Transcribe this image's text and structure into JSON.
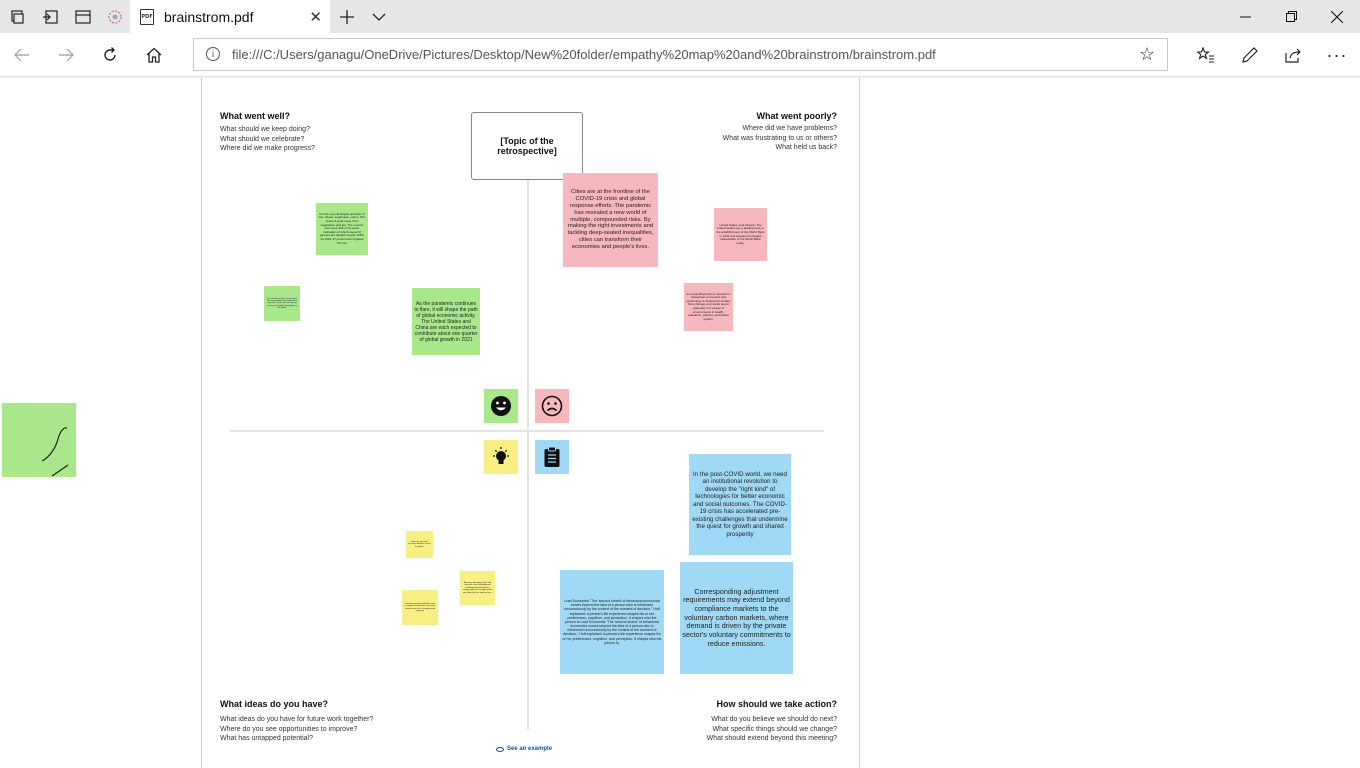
{
  "tab": {
    "title": "brainstrom.pdf",
    "file_icon_text": "PDF"
  },
  "address": {
    "url": "file:///C:/Users/ganagu/OneDrive/Pictures/Desktop/New%20folder/empathy%20map%20and%20brainstrom/brainstrom.pdf"
  },
  "icons": {
    "tab_actions": "tab-actions-icon",
    "set_aside": "set-aside-tabs-icon",
    "view_toggle": "tab-preview-icon",
    "app_icon": "app-icon",
    "new_tab": "plus-icon",
    "tab_list": "chevron-down-icon",
    "back": "back-arrow-icon",
    "forward": "forward-arrow-icon",
    "refresh": "refresh-icon",
    "home": "home-icon",
    "favorite": "star-icon",
    "favorites": "favorites-icon",
    "notes": "pen-icon",
    "share": "share-icon",
    "more": "more-icon"
  },
  "board": {
    "topic": "[Topic of the retrospective]",
    "q1": {
      "title": "What went well?",
      "lines": [
        "What should we keep doing?",
        "What should we celebrate?",
        "Where did we make progress?"
      ]
    },
    "q2": {
      "title": "What went poorly?",
      "lines": [
        "Where did we have problems?",
        "What was frustrating to us or others?",
        "What held us back?"
      ]
    },
    "q3": {
      "title": "What ideas do you have?",
      "lines": [
        "What ideas do you have for future work together?",
        "Where do you see opportunities to improve?",
        "What has untapped potential?"
      ]
    },
    "q4": {
      "title": "How should we take action?",
      "lines": [
        "What do you believe we should do next?",
        "What specific things should we change?",
        "What should extend beyond this meeting?"
      ]
    },
    "example_link": "See an example"
  },
  "notes": {
    "pink1": "Cities are at the frontline of the COVID-19 crisis and global response efforts. The pandemic has revealed a new world of multiple, compounded risks. By making the right investments and tackling deep-seated inequalities, cities can transform their economies and people's lives.",
    "pink2": "United States: Anti-Glance: The United States use a leading force in the establishment of the World Bank in 1944 and remains the largest shareholder of the World Bank today.",
    "pink3": "An expanding body of research in behavioral economics and psychology is shaping the debate how changes and social power gradually in a variety of environments in health, education, policies, and justice system.",
    "green1": "It is the second largest producer of rice, wheat, sugarcane, cotton, fish, sheep & goat meat, fruit, vegetables and tea. The country has some 195 m ha under cultivation of which some 63 percent are rainfed roughly 125m ha while 37 percent are irrigated 70m ha.",
    "green2": "As the pandemic continues to flare, it will shape the path of global economic activity. The United States and China are each expected to contribute about one quarter of global growth in 2021",
    "green3": "It is a matter of policy and purpose that the pandemic has produced a new class of shared and ongoing concerns for people everywhere in the world.",
    "yellow1": "Ideas for new and inclusive solutions across the globe.",
    "yellow2": "Based on emerging trends and research across development challenges the work gives a starting point for new approaches and ideas that can improve lives.",
    "yellow3": "Consider new and innovative ways to engage communities and create shared value for a changing world economy.",
    "blue1": "In the post-COVID world, we need an institutional revolution to develop the \"right kind\" of technologies for better economic and social outcomes. The COVID-19 crisis has accelerated pre-existing challenges that undermine the quest for growth and shared prosperity",
    "blue2": "Corresponding adjustment requirements may extend beyond compliance markets to the voluntary carbon markets, where demand is driven by the private sector's voluntary commitments to reduce emissions.",
    "blue3": "Load Economist \"The 'second strand' of behavioral economics moves beyond the idea of a person who is influenced unconsciously by the context of the moment of decision,\" Hoff explained. A person's life experience shapes his or her preferences, cognition, and perception. It shapes who the person is.Load Economist \"The 'second strand' of behavioral economics moves beyond the idea of a person who is influenced unconsciously by the context of the moment of decision,\" Hoff explained. A person's life experience shapes his or her preferences, cognition, and perception. It shapes who the person is."
  },
  "colors": {
    "green": "#a8e88a",
    "pink": "#f7b8bd",
    "yellow": "#f8ef84",
    "blue": "#9fd9f5"
  }
}
